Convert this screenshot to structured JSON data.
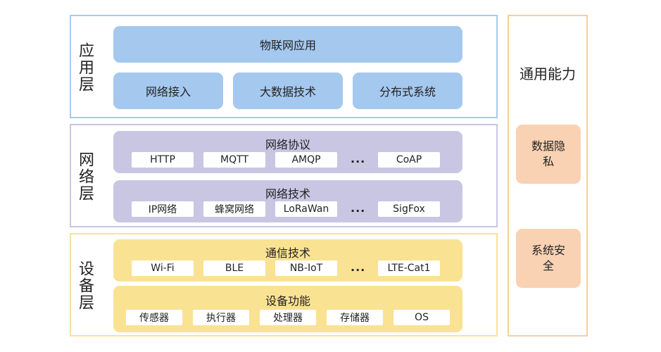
{
  "application_layer": {
    "label": "应用层",
    "top_box": "物联网应用",
    "boxes": [
      "网络接入",
      "大数据技术",
      "分布式系统"
    ]
  },
  "network_layer": {
    "label": "网络层",
    "protocols": {
      "title": "网络协议",
      "tags": [
        "HTTP",
        "MQTT",
        "AMQP",
        "CoAP"
      ],
      "ellipsis": "..."
    },
    "technologies": {
      "title": "网络技术",
      "tags": [
        "IP网络",
        "蜂窝网络",
        "LoRaWan",
        "SigFox"
      ],
      "ellipsis": "..."
    }
  },
  "device_layer": {
    "label": "设备层",
    "communication": {
      "title": "通信技术",
      "tags": [
        "Wi-Fi",
        "BLE",
        "NB-IoT",
        "LTE-Cat1"
      ],
      "ellipsis": "..."
    },
    "functions": {
      "title": "设备功能",
      "tags": [
        "传感器",
        "执行器",
        "处理器",
        "存储器",
        "OS"
      ]
    }
  },
  "common_capabilities": {
    "title": "通用能力",
    "items": [
      "数据隐私",
      "系统安全"
    ]
  },
  "colors": {
    "application": "#a5c8ef",
    "network": "#c9c6e4",
    "device": "#fae293",
    "common": "#f9d2b3",
    "common_border": "#f6cf9f"
  }
}
